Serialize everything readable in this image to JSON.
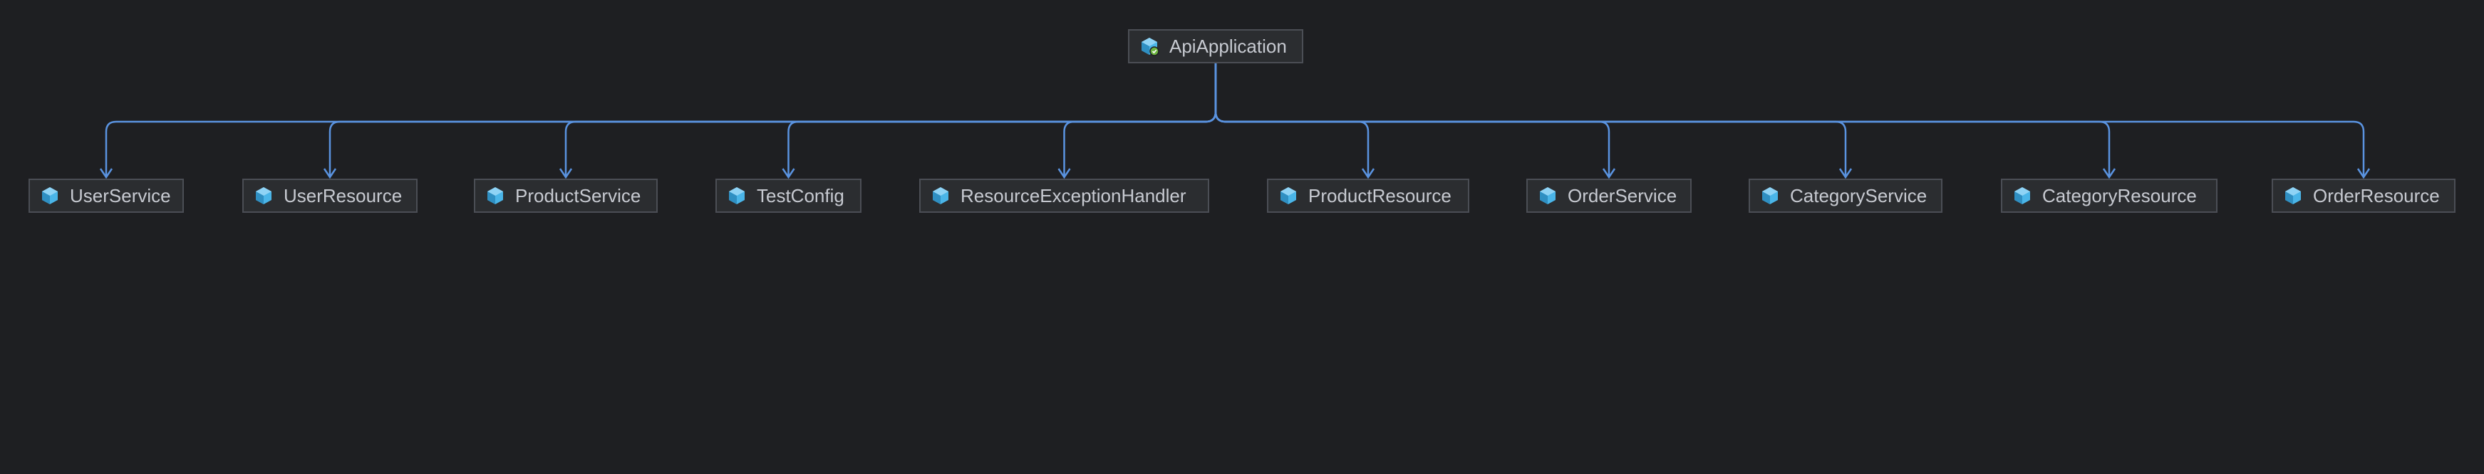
{
  "root": {
    "label": "ApiApplication",
    "icon": "spring-boot-application-icon"
  },
  "children": [
    {
      "label": "UserService",
      "icon": "spring-bean-icon"
    },
    {
      "label": "UserResource",
      "icon": "spring-bean-icon"
    },
    {
      "label": "ProductService",
      "icon": "spring-bean-icon"
    },
    {
      "label": "TestConfig",
      "icon": "spring-bean-icon"
    },
    {
      "label": "ResourceExceptionHandler",
      "icon": "spring-bean-icon"
    },
    {
      "label": "ProductResource",
      "icon": "spring-bean-icon"
    },
    {
      "label": "OrderService",
      "icon": "spring-bean-icon"
    },
    {
      "label": "CategoryService",
      "icon": "spring-bean-icon"
    },
    {
      "label": "CategoryResource",
      "icon": "spring-bean-icon"
    },
    {
      "label": "OrderResource",
      "icon": "spring-bean-icon"
    }
  ],
  "colors": {
    "background": "#1e1f22",
    "node_fill": "#2b2d30",
    "node_border": "#4b4e55",
    "edge": "#5a93e0",
    "icon": "#4ab5e8",
    "text": "#c7cad1"
  }
}
